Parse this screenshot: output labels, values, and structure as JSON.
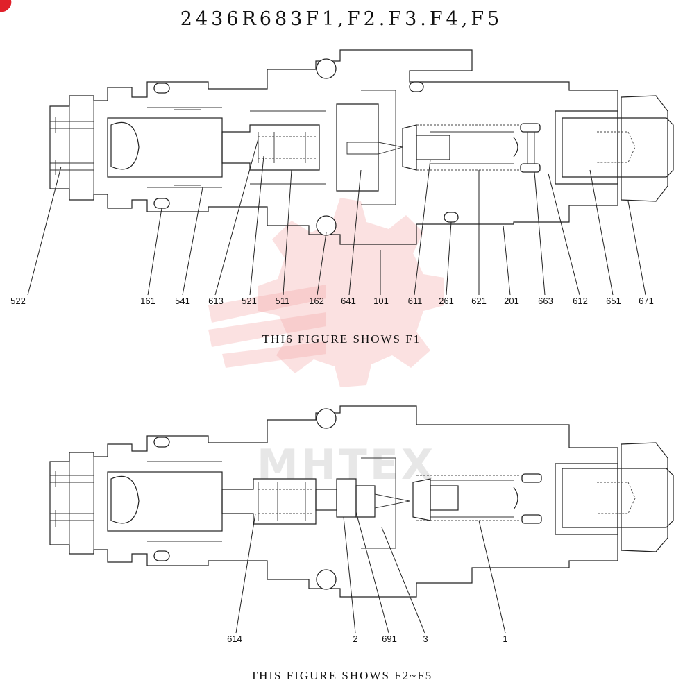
{
  "title": "2436R683F1,F2.F3.F4,F5",
  "figure1": {
    "caption": "THI6 FIGURE SHOWS F1",
    "labels": [
      "522",
      "161",
      "541",
      "613",
      "521",
      "511",
      "162",
      "641",
      "101",
      "611",
      "261",
      "621",
      "201",
      "663",
      "612",
      "651",
      "671"
    ]
  },
  "figure2": {
    "caption": "THIS FIGURE SHOWS F2~F5",
    "labels": [
      "614",
      "2",
      "691",
      "3",
      "1"
    ]
  },
  "watermark": {
    "text": "MHTEX",
    "color": "#f4a8a8"
  },
  "colors": {
    "ink": "#222222",
    "corner_badge": "#e0202a"
  }
}
